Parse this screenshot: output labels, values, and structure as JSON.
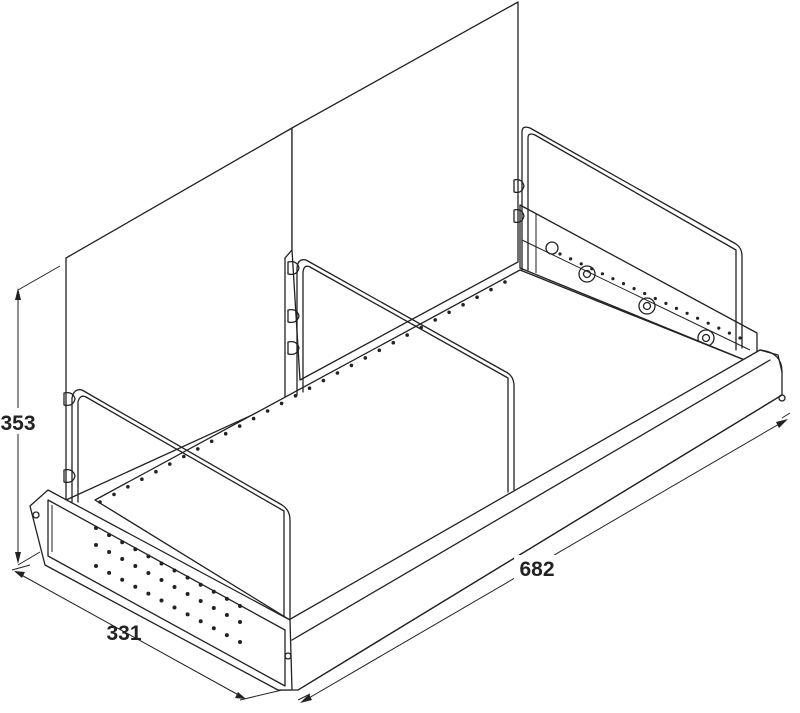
{
  "diagram": {
    "dimensions": {
      "height": "353",
      "width": "331",
      "depth": "682"
    },
    "colors": {
      "line": "#222222",
      "background": "#ffffff"
    }
  }
}
